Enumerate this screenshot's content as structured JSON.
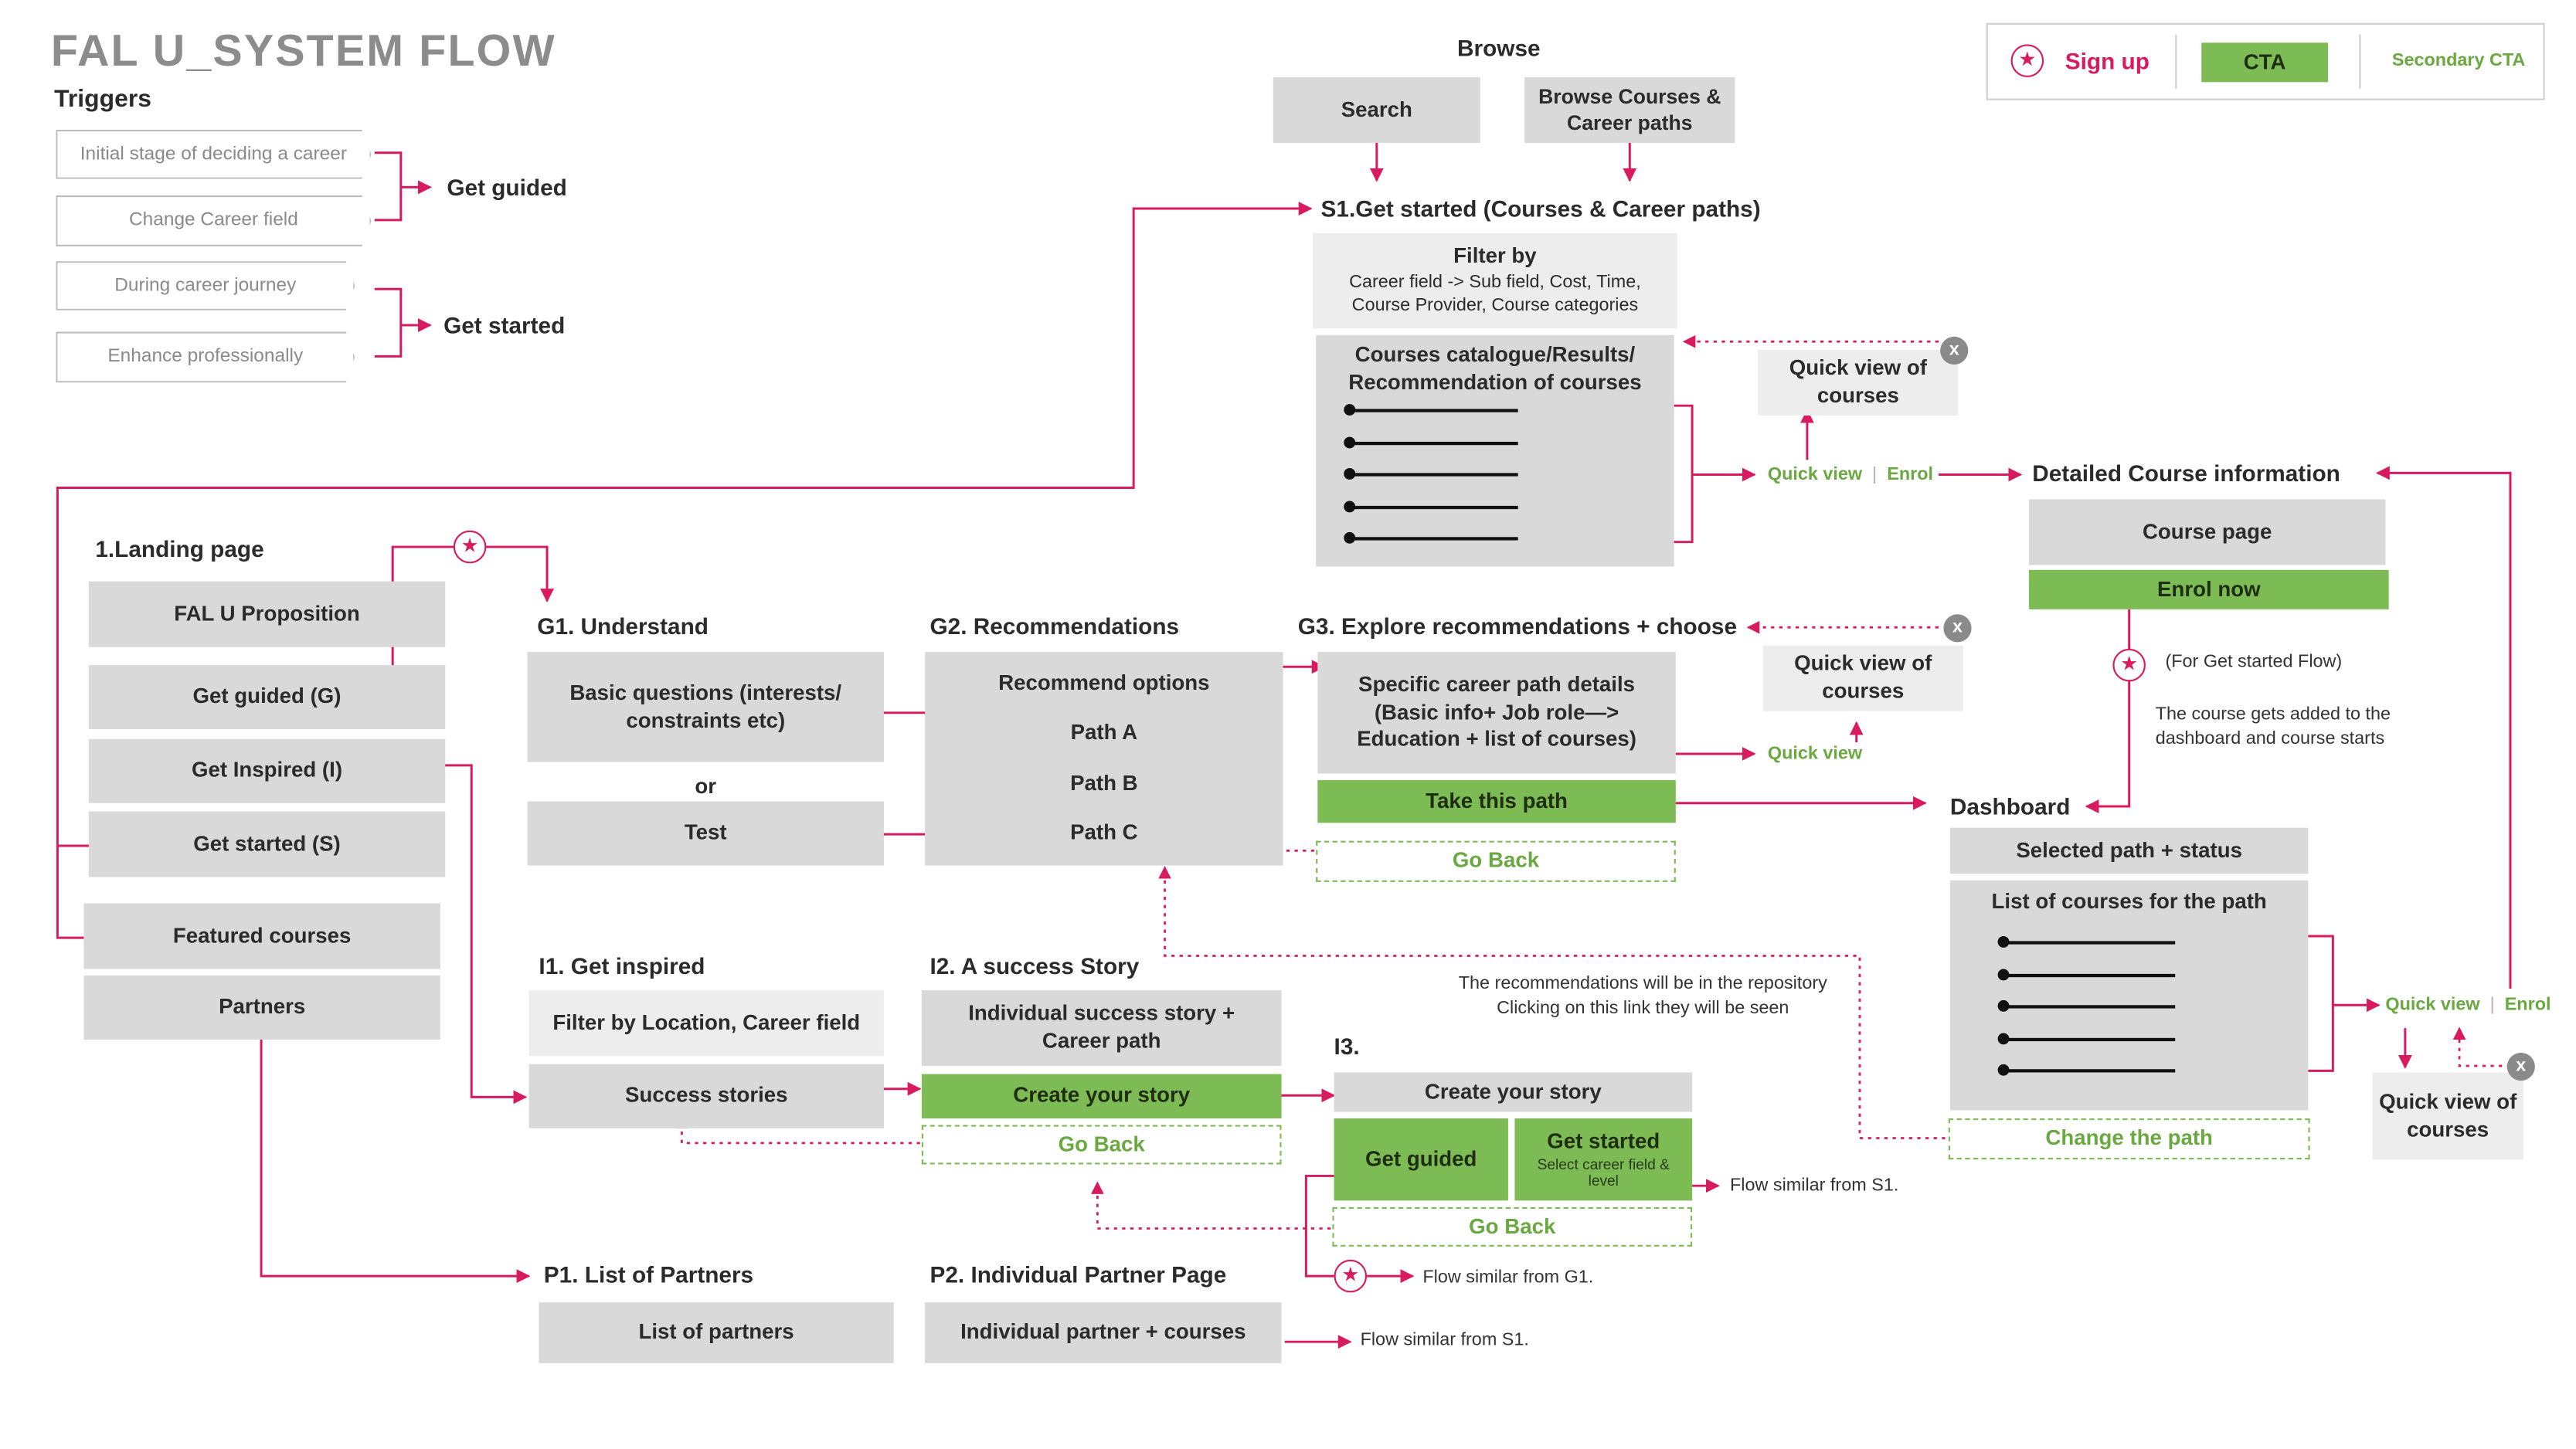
{
  "page_title": "FAL U_SYSTEM FLOW",
  "colors": {
    "accent": "#d81b60",
    "green": "#7dbb55",
    "box": "#d9d9d9",
    "title_gray": "#8c8c8c"
  },
  "legend": {
    "signup": "Sign up",
    "cta": "CTA",
    "secondary": "Secondary CTA",
    "icon": "star-circle-icon"
  },
  "triggers": {
    "title": "Triggers",
    "items": [
      "Initial stage of deciding a career",
      "Change Career field",
      "During career journey",
      "Enhance professionally"
    ],
    "get_guided": "Get guided",
    "get_started": "Get started"
  },
  "browse": {
    "title": "Browse",
    "search": "Search",
    "browse_courses": "Browse Courses & Career paths"
  },
  "landing": {
    "title": "1.Landing page",
    "items": [
      "FAL U Proposition",
      "Get guided (G)",
      "Get Inspired (I)",
      "Get started (S)",
      "Featured courses",
      "Partners"
    ]
  },
  "s1": {
    "title": "S1.Get started (Courses & Career paths)",
    "filter_title": "Filter by",
    "filter_sub": "Career field -> Sub field, Cost, Time, Course Provider, Course categories",
    "catalogue_title": "Courses catalogue/Results/ Recommendation of courses",
    "quick_view_box": "Quick view of courses",
    "quick_view": "Quick view",
    "enrol": "Enrol"
  },
  "detailed": {
    "title": "Detailed Course information",
    "page": "Course page",
    "enrol_now": "Enrol now",
    "for_flow": "(For Get started Flow)",
    "note": "The course gets added to the dashboard and course starts"
  },
  "g1": {
    "title": "G1. Understand",
    "basic": "Basic questions (interests/ constraints etc)",
    "or": "or",
    "test": "Test"
  },
  "g2": {
    "title": "G2. Recommendations",
    "recommend": "Recommend options",
    "path_a": "Path A",
    "path_b": "Path B",
    "path_c": "Path C"
  },
  "g3": {
    "title": "G3. Explore recommendations + choose",
    "details": "Specific career path details (Basic info+ Job role—> Education + list of courses)",
    "take_path": "Take this path",
    "go_back": "Go Back",
    "quick_view_box": "Quick view of courses",
    "quick_view": "Quick view"
  },
  "dashboard": {
    "title": "Dashboard",
    "selected": "Selected path + status",
    "list_title": "List of courses for the path",
    "change_path": "Change the path",
    "quick_view": "Quick view",
    "enrol": "Enrol",
    "quick_view_box": "Quick view of courses"
  },
  "repo_note": "The recommendations will be in the repository Clicking on this link they will be seen",
  "i1": {
    "title": "I1. Get inspired",
    "filter": "Filter by Location, Career field",
    "stories": "Success stories"
  },
  "i2": {
    "title": "I2. A success Story",
    "story": "Individual success story + Career path",
    "create": "Create your story",
    "go_back": "Go Back"
  },
  "i3": {
    "title": "I3.",
    "create": "Create your story",
    "get_guided": "Get guided",
    "get_started": "Get started",
    "get_started_sub": "Select career field & level",
    "go_back": "Go Back",
    "flow_s1": "Flow similar from S1.",
    "flow_g1": "Flow similar from G1."
  },
  "p1": {
    "title": "P1. List of Partners",
    "list": "List of partners"
  },
  "p2": {
    "title": "P2. Individual Partner Page",
    "partner": "Individual partner + courses",
    "flow_s1": "Flow similar from S1."
  }
}
